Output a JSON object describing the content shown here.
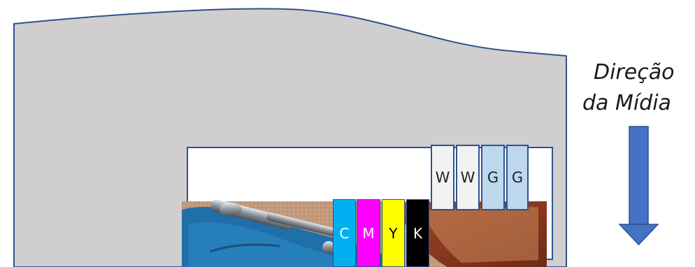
{
  "direction_label": {
    "line1": "Direção",
    "line2": "da Mídia"
  },
  "colors": {
    "media": "#d0cece",
    "outline": "#2f528f",
    "arrow": "#4472c4",
    "white_slot": "#f2f2f2",
    "gloss_slot": "#bdd7ee"
  },
  "heads_top": [
    {
      "label": "W",
      "fill": "#f2f2f2"
    },
    {
      "label": "W",
      "fill": "#f2f2f2"
    },
    {
      "label": "G",
      "fill": "#bdd7ee"
    },
    {
      "label": "G",
      "fill": "#bdd7ee"
    }
  ],
  "heads_cmyk": [
    {
      "label": "C",
      "fill": "#00b0f0",
      "text_color": "#ffffff"
    },
    {
      "label": "M",
      "fill": "#ff00ff",
      "text_color": "#ffffff"
    },
    {
      "label": "Y",
      "fill": "#ffff00",
      "text_color": "#000000"
    },
    {
      "label": "K",
      "fill": "#000000",
      "text_color": "#ffffff"
    }
  ],
  "photo_description_icon": "corkscrew-photo"
}
